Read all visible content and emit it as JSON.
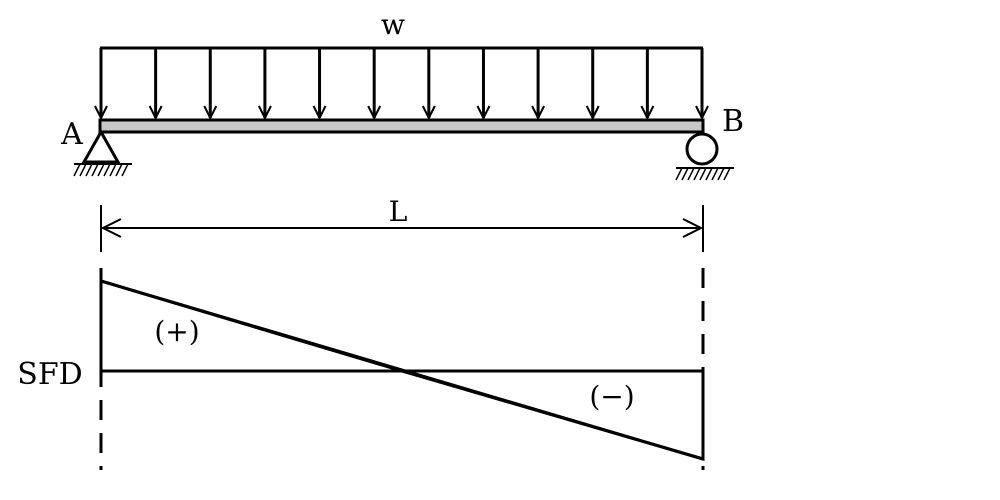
{
  "load": {
    "label": "w",
    "arrow_count": 12
  },
  "supports": {
    "left_label": "A",
    "right_label": "B",
    "left_type": "pin",
    "right_type": "roller"
  },
  "dimension": {
    "label": "L"
  },
  "sfd": {
    "label": "SFD",
    "positive_label": "(+)",
    "negative_label": "(−)"
  },
  "colors": {
    "line": "#000000",
    "beam_fill": "#c8c8c8",
    "background": "#ffffff"
  }
}
